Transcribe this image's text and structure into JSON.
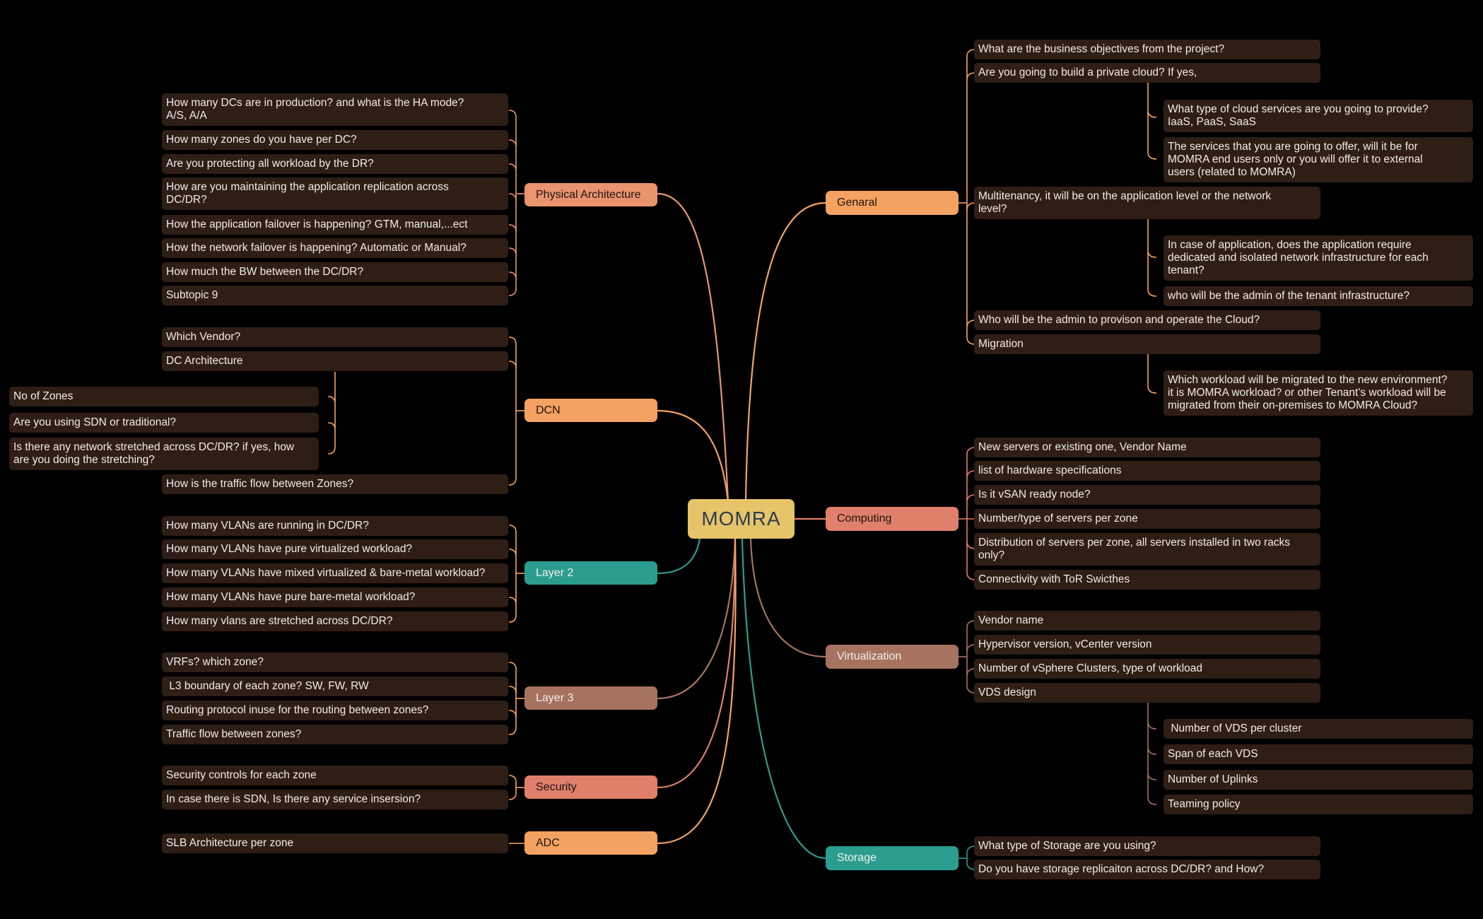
{
  "central_topic": "MOMRA",
  "colors": {
    "background": "#000000",
    "center": "#e7c46a",
    "orange": "#f4a261",
    "salmon": "#e07f6c",
    "teal": "#2a9d8f",
    "brown": "#a77260",
    "leaf": "#2e1e16"
  },
  "left": {
    "physical": {
      "label": "Physical Architecture",
      "items": [
        "How many DCs are in production? and what is the HA mode?\nA/S, A/A",
        "How many zones do you have per DC?",
        "Are you protecting all workload by the DR?",
        "How are you maintaining the application replication across\nDC/DR?",
        "How the application failover is happening? GTM, manual,...ect",
        "How the network failover is happening? Automatic or Manual?",
        "How much the BW between the DC/DR?",
        "Subtopic 9"
      ]
    },
    "dcn": {
      "label": "DCN",
      "items": [
        "Which Vendor?",
        "DC Architecture",
        "How is the traffic flow between Zones?"
      ],
      "dc_arch_items": [
        "No of Zones",
        "Are you using SDN or traditional?",
        "Is there any network stretched across DC/DR? if yes, how\nare you doing the stretching?"
      ]
    },
    "layer2": {
      "label": "Layer 2",
      "items": [
        "How many VLANs are running in DC/DR?",
        "How many VLANs have pure virtualized workload?",
        "How many VLANs have mixed virtualized & bare-metal workload?",
        "How many VLANs have pure bare-metal workload?",
        "How many vlans are stretched across DC/DR?"
      ]
    },
    "layer3": {
      "label": "Layer 3",
      "items": [
        "VRFs? which zone?",
        " L3 boundary of each zone? SW, FW, RW",
        "Routing protocol inuse for the routing between zones?",
        "Traffic flow between zones?"
      ]
    },
    "security": {
      "label": "Security",
      "items": [
        "Security controls for each zone",
        "In case there is SDN, Is there any service insersion?"
      ]
    },
    "adc": {
      "label": "ADC",
      "items": [
        "SLB Architecture per zone"
      ]
    }
  },
  "right": {
    "general": {
      "label": "Genaral",
      "items": [
        "What are the business objectives from the project?",
        "Are you going to build a private cloud? If yes,",
        "Multitenancy, it will be on the application level or the network\nlevel?",
        "Who will be the admin to provison and operate the Cloud?",
        "Migration"
      ],
      "cloud_items": [
        "What type of cloud services are you going to provide?\nIaaS, PaaS, SaaS",
        "The services that you are going to offer, will it be for\nMOMRA end users only or you will offer it to external\nusers (related to MOMRA)"
      ],
      "tenancy_items": [
        "In case of application, does the application require\ndedicated and isolated network infrastructure for each\ntenant?",
        "who will be the admin of the tenant infrastructure?"
      ],
      "migration_items": [
        "Which workload will be migrated to the new environment?\nit is MOMRA workload? or other Tenant's workload will be\nmigrated from their on-premises to MOMRA Cloud?"
      ]
    },
    "computing": {
      "label": "Computing",
      "items": [
        "New servers or existing one, Vendor Name",
        "list of hardware specifications",
        "Is it vSAN ready node?",
        "Number/type of servers per zone",
        "Distribution of servers per zone, all servers installed in two racks\nonly?",
        "Connectivity with ToR Swicthes"
      ]
    },
    "virtualization": {
      "label": "Virtualization",
      "items": [
        "Vendor name",
        "Hypervisor version, vCenter version",
        "Number of vSphere Clusters, type of workload",
        "VDS design"
      ],
      "vds_items": [
        " Number of VDS per cluster",
        "Span of each VDS",
        "Number of Uplinks",
        "Teaming policy"
      ]
    },
    "storage": {
      "label": "Storage",
      "items": [
        "What type of Storage are you using?",
        "Do you have storage replicaiton across DC/DR? and How?"
      ]
    }
  }
}
